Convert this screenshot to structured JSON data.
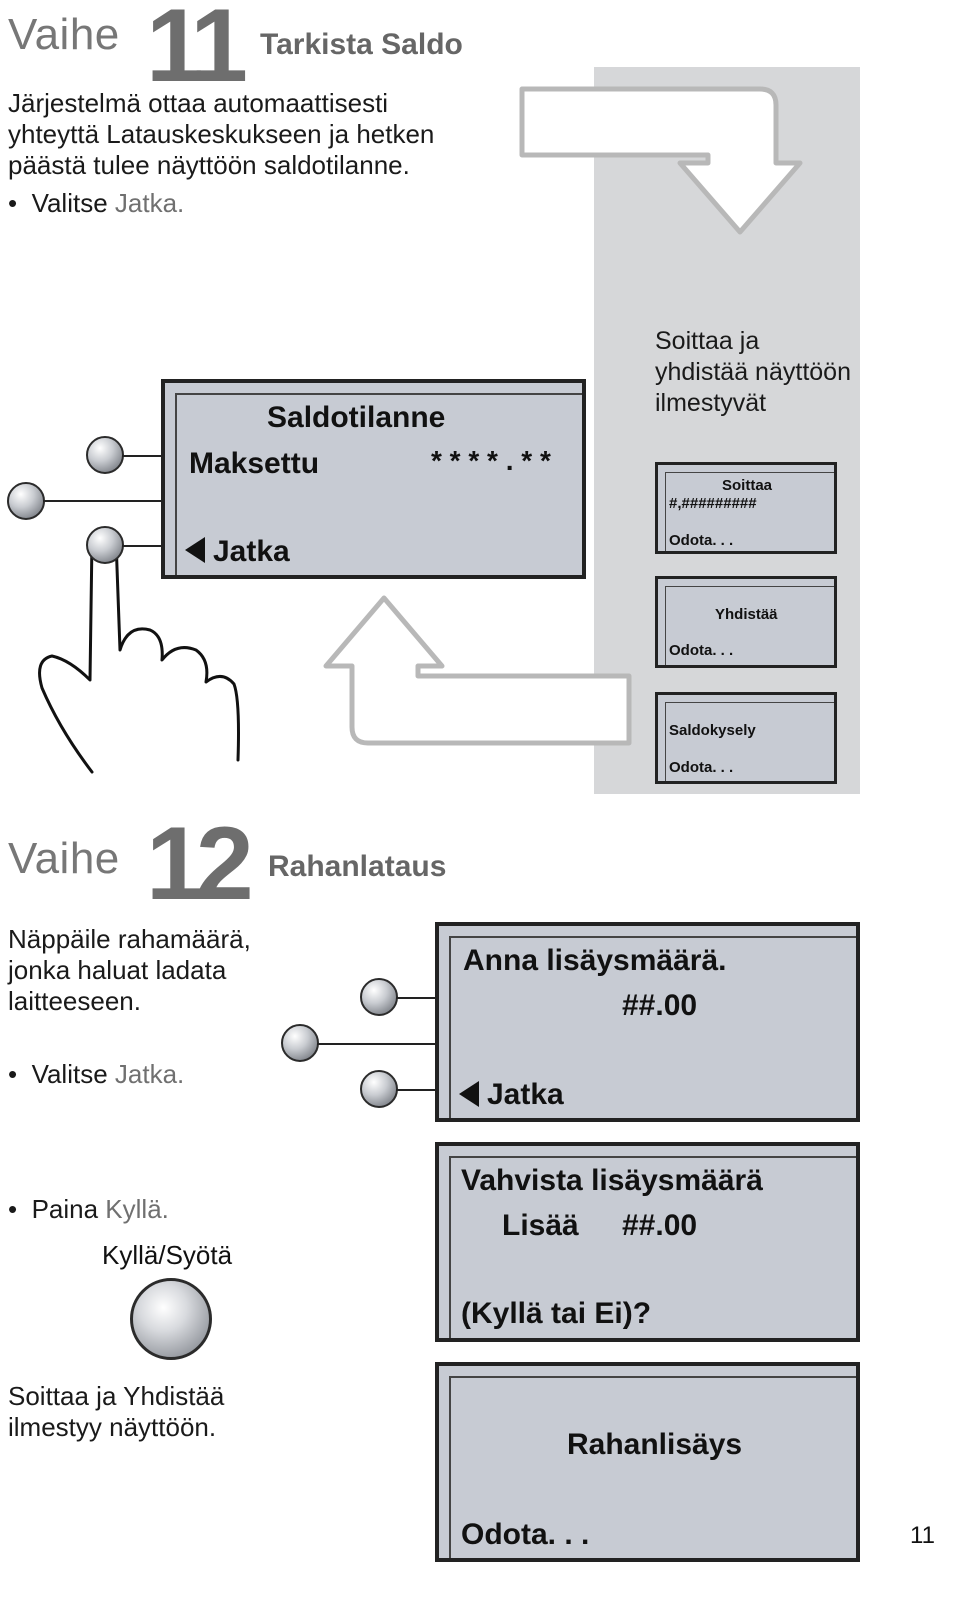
{
  "step11": {
    "vaihe": "Vaihe",
    "number": "11",
    "title": "Tarkista Saldo",
    "desc_lines": [
      "Järjestelmä ottaa automaattisesti",
      "yhteyttä Latauskeskukseen ja hetken",
      "päästä tulee näyttöön saldotilanne."
    ],
    "bullet_prefix": "Valitse ",
    "bullet_highlight": "Jatka.",
    "lcd": {
      "title": "Saldotilanne",
      "label": "Maksettu",
      "value": "* * * * . * *",
      "softkey": "Jatka"
    },
    "panel": {
      "caption_lines": [
        "Soittaa ja",
        "yhdistää näyttöön",
        "ilmestyvät"
      ],
      "screen1": {
        "title": "Soittaa",
        "number": "#,#########",
        "status": "Odota. . ."
      },
      "screen2": {
        "title": "Yhdistää",
        "status": "Odota. . ."
      },
      "screen3": {
        "title": "Saldokysely",
        "status": "Odota. . ."
      }
    }
  },
  "step12": {
    "vaihe": "Vaihe",
    "number": "12",
    "title": "Rahanlataus",
    "desc_lines": [
      "Näppäile rahamäärä,",
      "jonka haluat ladata",
      "laitteeseen."
    ],
    "bullet1_prefix": "Valitse ",
    "bullet1_highlight": "Jatka.",
    "bullet2_prefix": "Paina ",
    "bullet2_highlight": "Kyllä.",
    "key_label": "Kyllä/Syötä",
    "footer_lines": [
      "Soittaa ja Yhdistää",
      "ilmestyy näyttöön."
    ],
    "lcd1": {
      "line1": "Anna lisäysmäärä.",
      "line2": "##.00",
      "softkey": "Jatka"
    },
    "lcd2": {
      "line1": "Vahvista lisäysmäärä",
      "label": "Lisää",
      "value": "##.00",
      "line3": "(Kyllä tai Ei)?"
    },
    "lcd3": {
      "line1": "Rahanlisäys",
      "status": "Odota. . ."
    }
  },
  "page_number": "11"
}
